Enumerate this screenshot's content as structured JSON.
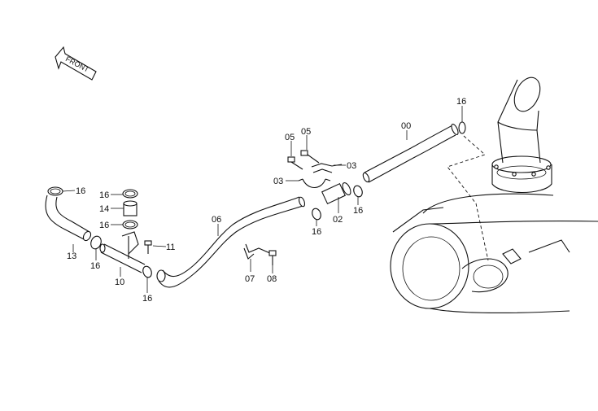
{
  "front_arrow": {
    "text": "FRONT"
  },
  "parts": [
    {
      "id": "p16a",
      "label": "16"
    },
    {
      "id": "p16b",
      "label": "16"
    },
    {
      "id": "p14",
      "label": "14"
    },
    {
      "id": "p16c",
      "label": "16"
    },
    {
      "id": "p11",
      "label": "11"
    },
    {
      "id": "p13",
      "label": "13"
    },
    {
      "id": "p16d",
      "label": "16"
    },
    {
      "id": "p10",
      "label": "10"
    },
    {
      "id": "p16e",
      "label": "16"
    },
    {
      "id": "p06",
      "label": "06"
    },
    {
      "id": "p07",
      "label": "07"
    },
    {
      "id": "p08",
      "label": "08"
    },
    {
      "id": "p05a",
      "label": "05"
    },
    {
      "id": "p05b",
      "label": "05"
    },
    {
      "id": "p03a",
      "label": "03"
    },
    {
      "id": "p03b",
      "label": "03"
    },
    {
      "id": "p02",
      "label": "02"
    },
    {
      "id": "p16f",
      "label": "16"
    },
    {
      "id": "p16g",
      "label": "16"
    },
    {
      "id": "p00",
      "label": "00"
    },
    {
      "id": "p16h",
      "label": "16"
    }
  ]
}
